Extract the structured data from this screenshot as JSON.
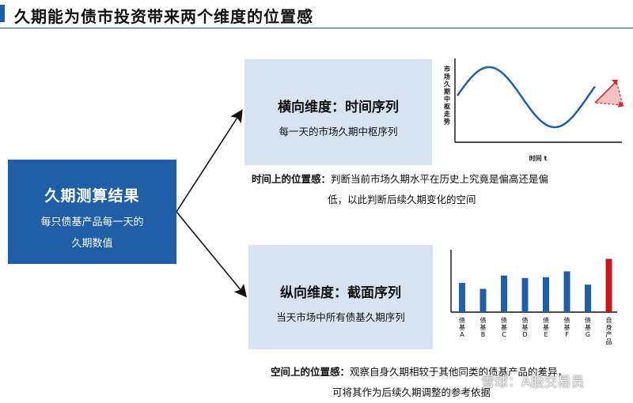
{
  "header": {
    "title": "久期能为债市投资带来两个维度的位置感"
  },
  "source_box": {
    "title": "久期测算结果",
    "line1": "每只债基产品每一天的",
    "line2": "久期数值"
  },
  "top_panel": {
    "heading": "横向维度：时间序列",
    "sub": "每一天的市场久期中枢序列"
  },
  "top_note": {
    "label": "时间上的位置感：",
    "line1": "判断当前市场久期水平在历史上究竟是偏高还是偏",
    "line2": "低，以此判断后续久期变化的空间"
  },
  "bottom_panel": {
    "heading": "纵向维度：截面序列",
    "sub": "当天市场中所有债基久期序列"
  },
  "bottom_note": {
    "label": "空间上的位置感：",
    "line1": "观察自身久期相较于其他同类的债基产品的差异，",
    "line2": "可将其作为后续久期调整的参考依据"
  },
  "watermark": "雪球：A股交易员",
  "line_chart": {
    "ylabel": "市场久期中枢走势",
    "xlabel": "时间 t",
    "line_color": "#1f5fa8",
    "arrow_color": "#d62b2b"
  },
  "chart_data": {
    "type": "bar",
    "categories": [
      "债基A",
      "债基B",
      "债基C",
      "债基D",
      "债基E",
      "债基F",
      "债基G",
      "自身产品"
    ],
    "values": [
      3.5,
      2.8,
      4.4,
      4.1,
      4.2,
      4.9,
      3.3,
      6.4
    ],
    "colors": [
      "#1f5fa8",
      "#1f5fa8",
      "#1f5fa8",
      "#1f5fa8",
      "#1f5fa8",
      "#1f5fa8",
      "#1f5fa8",
      "#c8161d"
    ],
    "ylim": [
      0,
      7.5
    ],
    "grid": false
  }
}
